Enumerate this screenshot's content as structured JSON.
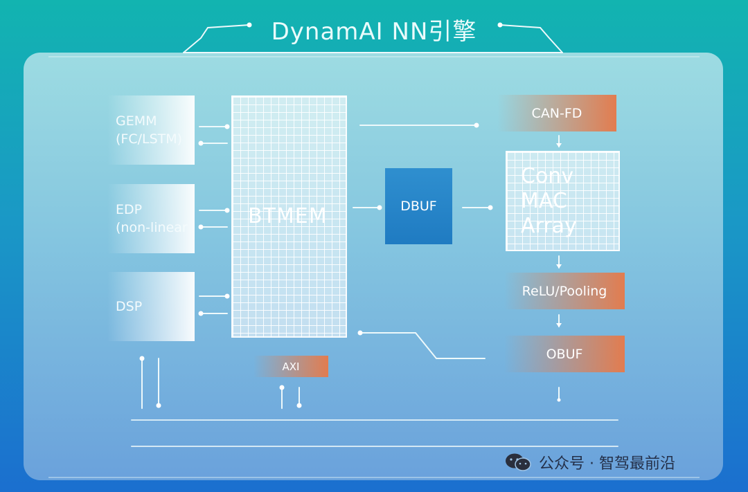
{
  "title": "DynamAI NN引擎",
  "blocks": {
    "gemm": {
      "line1": "GEMM",
      "line2": "(FC/LSTM)"
    },
    "edp": {
      "line1": "EDP",
      "line2": "(non-linear"
    },
    "dsp": {
      "label": "DSP"
    },
    "btmem": {
      "label": "BTMEM"
    },
    "dbuf": {
      "label": "DBUF"
    },
    "can_fd": {
      "label": "CAN-FD"
    },
    "conv": {
      "line1": "Conv",
      "line2": "MAC",
      "line3": "Array"
    },
    "relu_pooling": {
      "label": "ReLU/Pooling"
    },
    "obuf": {
      "label": "OBUF"
    },
    "axi": {
      "label": "AXI"
    }
  },
  "watermark": {
    "text": "公众号 · 智驾最前沿",
    "icon": "wechat-icon"
  },
  "colors": {
    "accent_orange": "#e27c4f",
    "dbuf_blue": "#1f7bc2",
    "background_top": "#12b4b0",
    "background_bottom": "#1b6fcf"
  }
}
